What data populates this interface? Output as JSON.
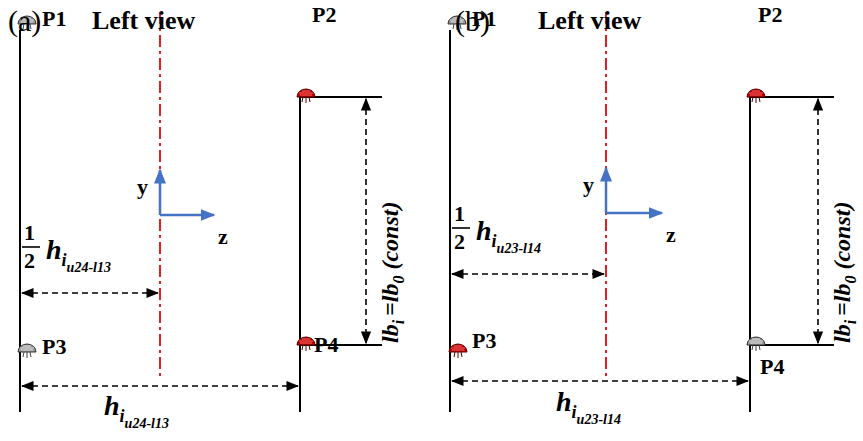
{
  "diagram": {
    "labels": [
      "(a)",
      "Left view",
      "P1",
      "P2",
      "P3",
      "P4",
      "y",
      "z",
      "1",
      "2",
      "h",
      "i",
      "u24-l13",
      "lb",
      "i",
      "=lb",
      "0",
      "(const)",
      "h",
      "i",
      "u24-l13",
      "(b)",
      "Left view",
      "P1",
      "P2",
      "P4",
      "P3",
      "y",
      "z",
      "1",
      "2",
      "h",
      "i",
      "u23-l14",
      "lb",
      "i",
      "=lb",
      "0",
      "(const)",
      "h",
      "i",
      "u23-l14"
    ]
  }
}
